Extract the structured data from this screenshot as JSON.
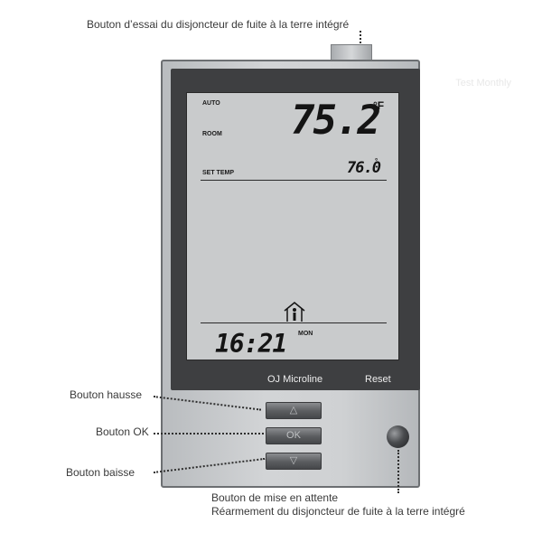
{
  "callouts": {
    "top": "Bouton d’essai du disjoncteur de fuite à la terre intégré",
    "up": "Bouton hausse",
    "ok": "Bouton OK",
    "down": "Bouton baisse",
    "standby_line1": "Bouton de mise en attente",
    "standby_line2": "Réarmement du disjoncteur de fuite à la terre intégré"
  },
  "device": {
    "top_label": "Test Monthly",
    "brand": "OJ Microline",
    "reset": "Reset"
  },
  "lcd": {
    "mode": "AUTO",
    "room_label": "ROOM",
    "room_temp": "75.2",
    "unit": "°F",
    "set_temp_label": "SET TEMP",
    "set_temp": "76.0",
    "set_unit": "°",
    "time": "16:21",
    "day": "MON"
  },
  "buttons": {
    "up": "△",
    "ok": "OK",
    "down": "▽"
  },
  "icons": {
    "home": "home-person-icon",
    "knob": "standby-knob-icon"
  }
}
